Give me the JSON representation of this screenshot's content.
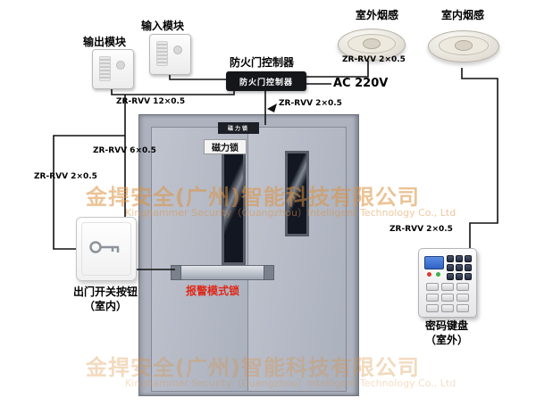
{
  "labels": {
    "output_module": "输出模块",
    "input_module": "输入模块",
    "controller_title": "防火门控制器",
    "controller_box": "防火门控制器",
    "outdoor_smoke": "室外烟感",
    "indoor_smoke": "室内烟感",
    "ac_power": "AC 220V",
    "maglock_plate": "磁力锁",
    "maglock": "磁力锁",
    "alarm_lock": "报警模式锁",
    "exit_button_line1": "出门开关按钮",
    "exit_button_line2": "（室内）",
    "keypad_line1": "密码键盘",
    "keypad_line2": "（室外）"
  },
  "wire_labels": {
    "smoke_to_controller": "ZR-RVV 2×0.5",
    "modules_bundle": "ZR-RVV 12×0.5",
    "controller_to_maglock": "ZR-RVV 2×0.5",
    "door_lock_bundle": "ZR-RVV 6×0.5",
    "exit_button_wire": "ZR-RVV 2×0.5",
    "keypad_wire": "ZR-RVV 2×0.5"
  },
  "watermark": {
    "cn": "金捍安全(广州)智能科技有限公司",
    "en": "Kinghammer Security（Guangzhou）Intelligent Technology Co., Ltd"
  },
  "colors": {
    "wire": "#111111",
    "alarm_text": "#e02818",
    "watermark": "#dd9240",
    "door": "#adb2be"
  }
}
